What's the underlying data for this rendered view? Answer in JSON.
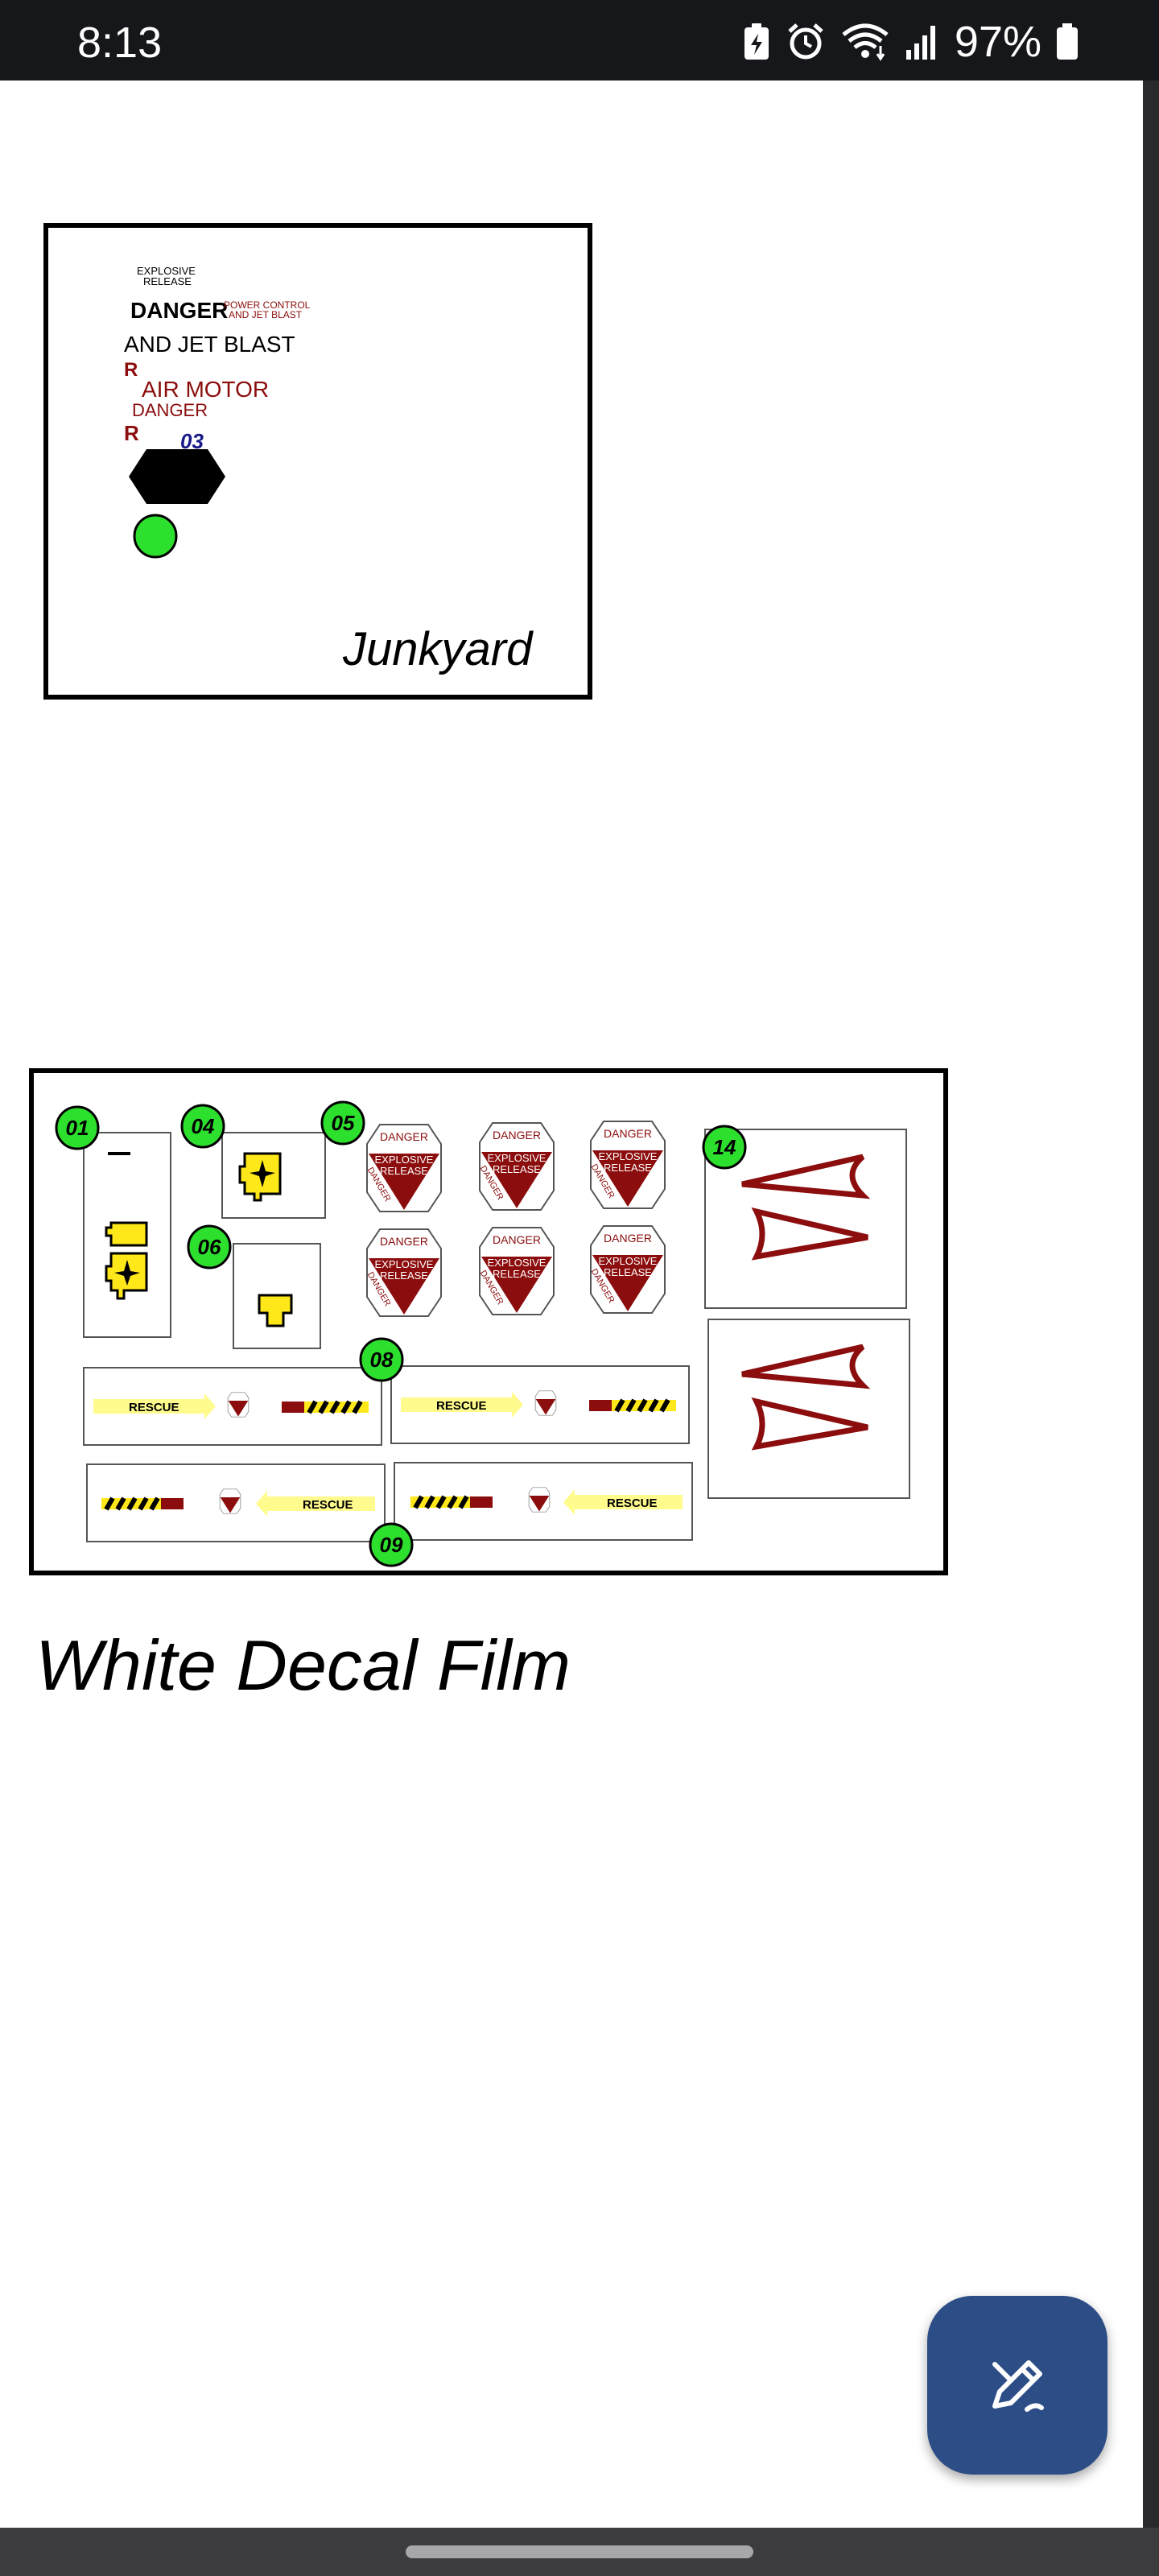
{
  "status_bar": {
    "time": "8:13",
    "battery_percent": "97%",
    "icons": [
      "power-save-icon",
      "alarm-icon",
      "wifi-icon",
      "signal-icon",
      "battery-icon"
    ]
  },
  "decal_sheet_1": {
    "labels": {
      "explosive_release_line1": "EXPLOSIVE",
      "explosive_release_line2": "RELEASE",
      "danger": "DANGER",
      "power_control_line1": "POWER  CONTROL",
      "power_control_line2": "AND  JET  BLAST",
      "and_jet_blast": "AND  JET  BLAST",
      "r1": "R",
      "air_motor": "AIR  MOTOR",
      "danger_small": "DANGER",
      "r2": "R",
      "number": "03"
    },
    "caption": "Junkyard",
    "colors": {
      "dark_red": "#8b0d0d",
      "navy": "#1a1a8a",
      "green": "#2ee02e"
    }
  },
  "decal_sheet_2": {
    "markers": [
      "01",
      "04",
      "05",
      "06",
      "08",
      "09",
      "14"
    ],
    "placard": {
      "line1": "DANGER",
      "line2": "EXPLOSIVE",
      "line3": "RELEASE",
      "side": "DANGER"
    },
    "rescue_label": "RESCUE",
    "colors": {
      "marker_green": "#2ee02e",
      "dark_red": "#8b0d0d",
      "yellow": "#ffe81a",
      "pale_yellow": "#fffb8c"
    }
  },
  "caption": "White Decal Film",
  "fab": {
    "icon": "edit-pen-icon"
  }
}
